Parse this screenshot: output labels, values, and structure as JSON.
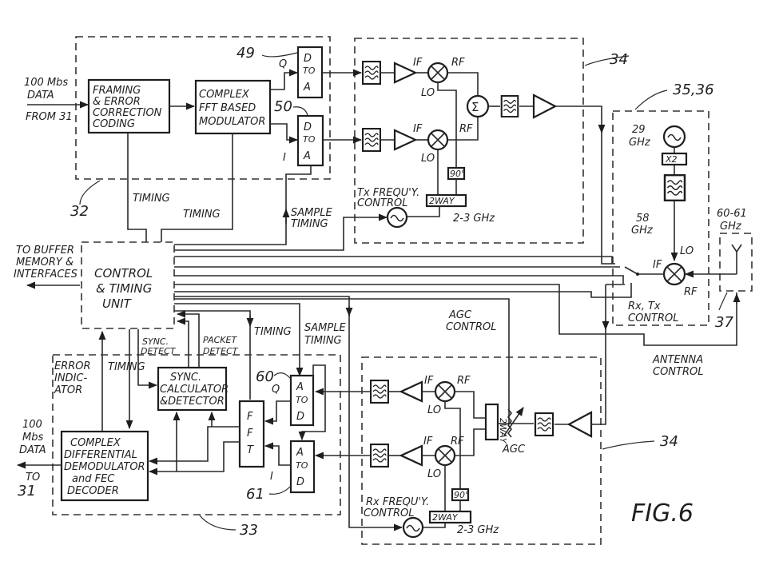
{
  "figure": {
    "title": "FIG.6"
  },
  "transmitter": {
    "ref_label": "32",
    "input_label": [
      "100 Mbs",
      "DATA",
      "FROM 31"
    ],
    "framing_block": [
      "FRAMING",
      "& ERROR",
      "CORRECTION",
      "CODING"
    ],
    "modulator_block": [
      "COMPLEX",
      "FFT BASED",
      "MODULATOR"
    ],
    "dac_q": {
      "ref": "49",
      "channel": "Q",
      "label": [
        "D",
        "TO",
        "A"
      ]
    },
    "dac_i": {
      "ref": "50",
      "channel": "I",
      "label": [
        "D",
        "TO",
        "A"
      ]
    },
    "timing_label_1": "TIMING",
    "timing_label_2": "TIMING",
    "sample_timing_label": [
      "SAMPLE",
      "TIMING"
    ]
  },
  "tx_rf": {
    "ref_label": "34",
    "if_label": "IF",
    "rf_label": "RF",
    "lo_label": "LO",
    "sum_symbol": "Σ",
    "phase_label": "90°",
    "splitter_label": "2WAY",
    "freq_control_label": [
      "Tx FREQU'Y.",
      "CONTROL"
    ],
    "band_label": "2-3 GHz"
  },
  "mmwave": {
    "ref_label": "35,36",
    "osc_freq": [
      "29",
      "GHz"
    ],
    "multiplier_label": "X2",
    "lo_freq": [
      "58",
      "GHz"
    ],
    "if_label": "IF",
    "lo_label": "LO",
    "rf_label": "RF",
    "switch_label": [
      "Rx, Tx",
      "CONTROL"
    ],
    "antenna_freq": [
      "60-61",
      "GHz"
    ],
    "antenna_ref": "37",
    "antenna_control_label": [
      "ANTENNA",
      "CONTROL"
    ]
  },
  "control": {
    "unit_label": [
      "CONTROL",
      "& TIMING",
      "UNIT"
    ],
    "output_label": [
      "TO BUFFER",
      "MEMORY &",
      "INTERFACES"
    ],
    "sync_detect_label": [
      "SYNC.",
      "DETECT"
    ],
    "packet_detect_label": [
      "PACKET",
      "DETECT"
    ],
    "timing_label": "TIMING",
    "sample_timing_label": [
      "SAMPLE",
      "TIMING"
    ],
    "agc_control_label": [
      "AGC",
      "CONTROL"
    ]
  },
  "receiver": {
    "ref_label": "33",
    "error_indicator_label": [
      "ERROR",
      "INDIC-",
      "ATOR"
    ],
    "timing_label": "TIMING",
    "sync_block": [
      "SYNC.",
      "CALCULATOR",
      "&DETECTOR"
    ],
    "fft_block": [
      "F",
      "F",
      "T"
    ],
    "adc_q": {
      "ref": "60",
      "channel": "Q",
      "label": [
        "A",
        "TO",
        "D"
      ]
    },
    "adc_i": {
      "ref": "61",
      "channel": "I",
      "label": [
        "A",
        "TO",
        "D"
      ]
    },
    "demod_block": [
      "COMPLEX",
      "DIFFERENTIAL",
      "DEMODULATOR",
      "and FEC",
      "DECODER"
    ],
    "output_label": [
      "100",
      "Mbs",
      "DATA",
      "TO",
      "31"
    ]
  },
  "rx_rf": {
    "ref_label": "34",
    "if_label": "IF",
    "rf_label": "RF",
    "lo_label": "LO",
    "splitter_label": "2WAY",
    "agc_label": "AGC",
    "phase_label": "90°",
    "freq_control_label": [
      "Rx FREQU'Y.",
      "CONTROL"
    ],
    "band_label": "2-3 GHz"
  }
}
